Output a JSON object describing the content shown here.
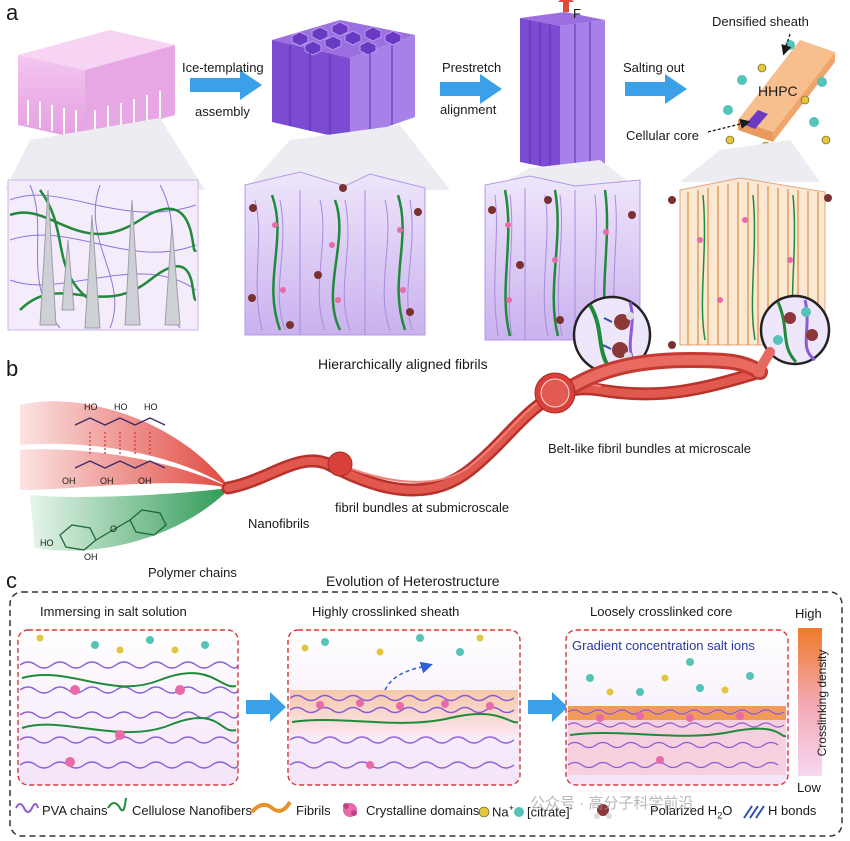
{
  "panel_a": {
    "letter": "a",
    "step1_top": "Ice-templating",
    "step1_bottom": "assembly",
    "step2_top": "Prestretch",
    "step2_bottom": "alignment",
    "step3": "Salting out",
    "force_label": "F",
    "densified_sheath": "Densified sheath",
    "hhpc": "HHPC",
    "cellular_core": "Cellular core",
    "caption": "Hierarchically aligned fibrils"
  },
  "panel_b": {
    "letter": "b",
    "nanofibrils": "Nanofibrils",
    "submicro": "fibril bundles at submicroscale",
    "microscale": "Belt-like fibril bundles at microscale",
    "polymer_chains": "Polymer chains",
    "ho_label": "HO",
    "oh_label": "OH",
    "o_label": "O"
  },
  "panel_c": {
    "letter": "c",
    "title": "Evolution of Heterostructure",
    "box1": "Immersing in salt solution",
    "box2": "Highly crosslinked sheath",
    "box3": "Loosely crosslinked core",
    "gradient_text": "Gradient concentration salt ions",
    "scale_high": "High",
    "scale_low": "Low",
    "scale_axis": "Crosslinking density"
  },
  "legend": {
    "pva": "PVA chains",
    "cnf": "Cellulose Nanofibers",
    "fibrils": "Fibrils",
    "crystalline": "Crystalline domains",
    "na": "Na",
    "na_sup": "+",
    "citrate": "[citrate]",
    "citrate_sup": "-",
    "polarized_h2o": "Polarized H",
    "h2o_sub": "2",
    "h2o_o": "O",
    "hbonds": "H bonds",
    "watermark": "公众号 · 高分子科学前沿"
  },
  "colors": {
    "purple": "#8a5cd6",
    "purple_light": "#d9c8f2",
    "pink": "#e8a0e0",
    "green": "#1f8a3a",
    "red_fibril": "#d9403a",
    "orange": "#f08a3c",
    "arrow_blue": "#3aa0e8",
    "dash_red": "#d63a3a"
  }
}
